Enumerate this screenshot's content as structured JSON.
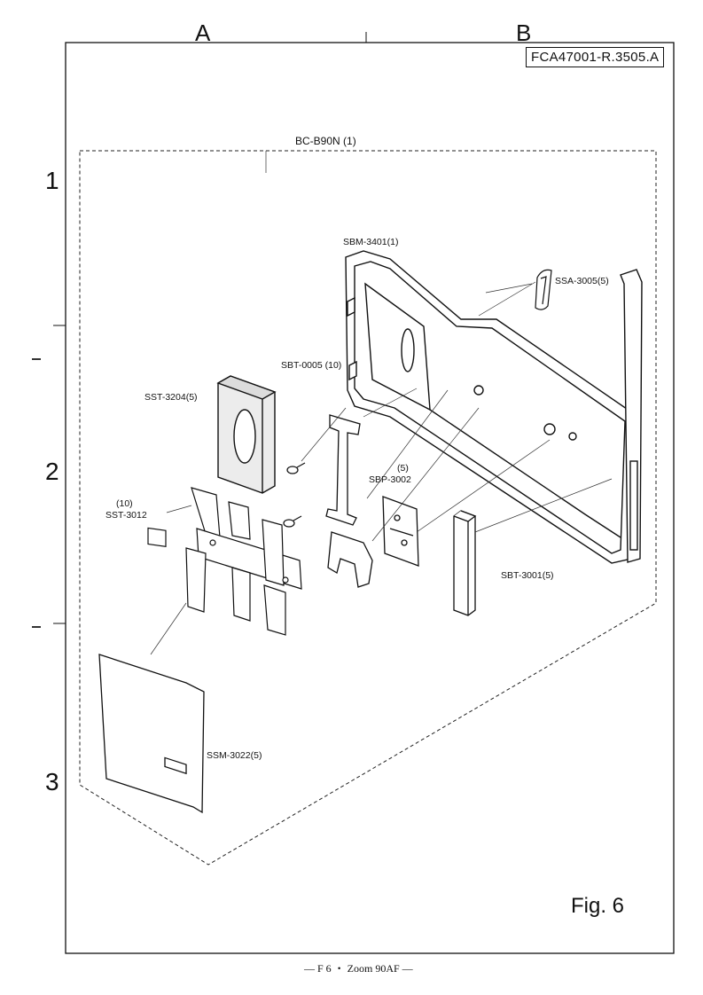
{
  "header": {
    "columns": [
      "A",
      "B"
    ],
    "doc_id": "FCA47001-R.3505.A"
  },
  "rows": [
    "1",
    "2",
    "3"
  ],
  "assembly": {
    "label": "BC-B90N (1)"
  },
  "parts": {
    "sbm_3401": "SBM-3401(1)",
    "ssa_3005": "SSA-3005(5)",
    "sbt_0005": "SBT-0005 (10)",
    "sst_3204": "SST-3204(5)",
    "sst_3012_qty": "(10)",
    "sst_3012": "SST-3012",
    "sbp_3002_qty": "(5)",
    "sbp_3002": "SBP-3002",
    "sbt_3001": "SBT-3001(5)",
    "ssm_3022": "SSM-3022(5)"
  },
  "figure_label": "Fig. 6",
  "footer": "— F 6 ・ Zoom 90AF —"
}
